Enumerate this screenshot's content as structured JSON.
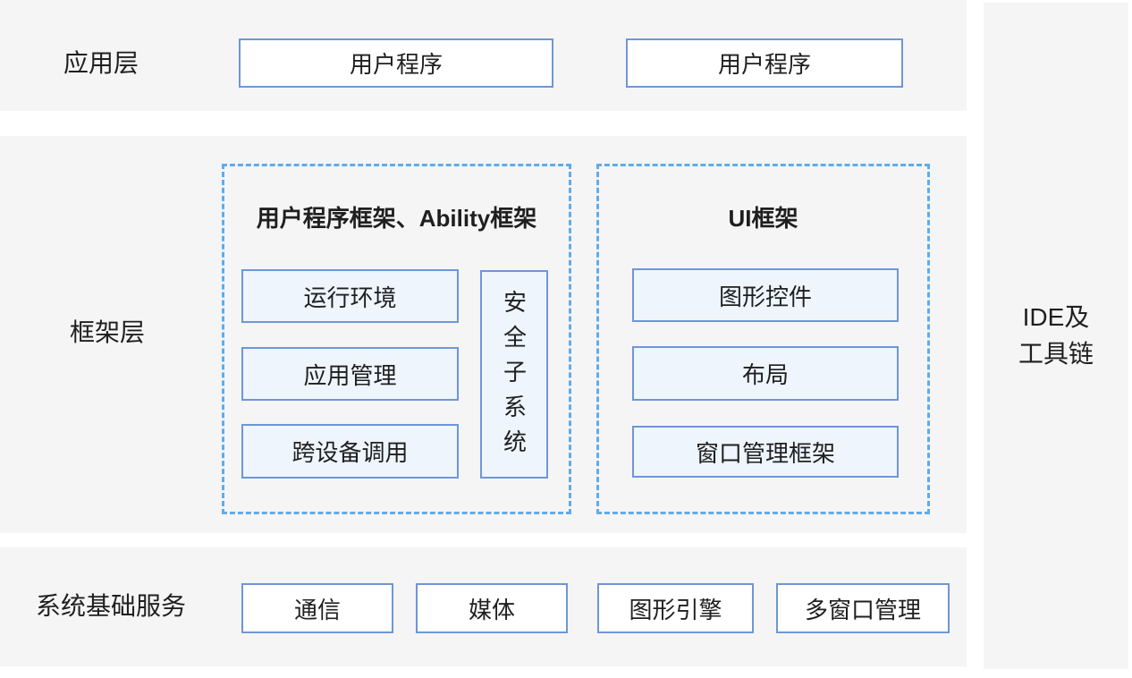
{
  "colors": {
    "band_background": "#f5f5f6",
    "solid_box_border": "#6e96d9",
    "light_box_fill": "#eef5fd",
    "dashed_border": "#62abe9",
    "text": "#1f1f1f"
  },
  "layers": {
    "application": {
      "label": "应用层",
      "boxes": [
        "用户程序",
        "用户程序"
      ]
    },
    "framework": {
      "label": "框架层",
      "groups": [
        {
          "title": "用户程序框架、Ability框架",
          "items": [
            "运行环境",
            "应用管理",
            "跨设备调用"
          ],
          "side_item": "安全子系统"
        },
        {
          "title": "UI框架",
          "items": [
            "图形控件",
            "布局",
            "窗口管理框架"
          ]
        }
      ]
    },
    "system_services": {
      "label": "系统基础服务",
      "boxes": [
        "通信",
        "媒体",
        "图形引擎",
        "多窗口管理"
      ]
    },
    "toolchain": {
      "label": "IDE及\n工具链"
    }
  }
}
